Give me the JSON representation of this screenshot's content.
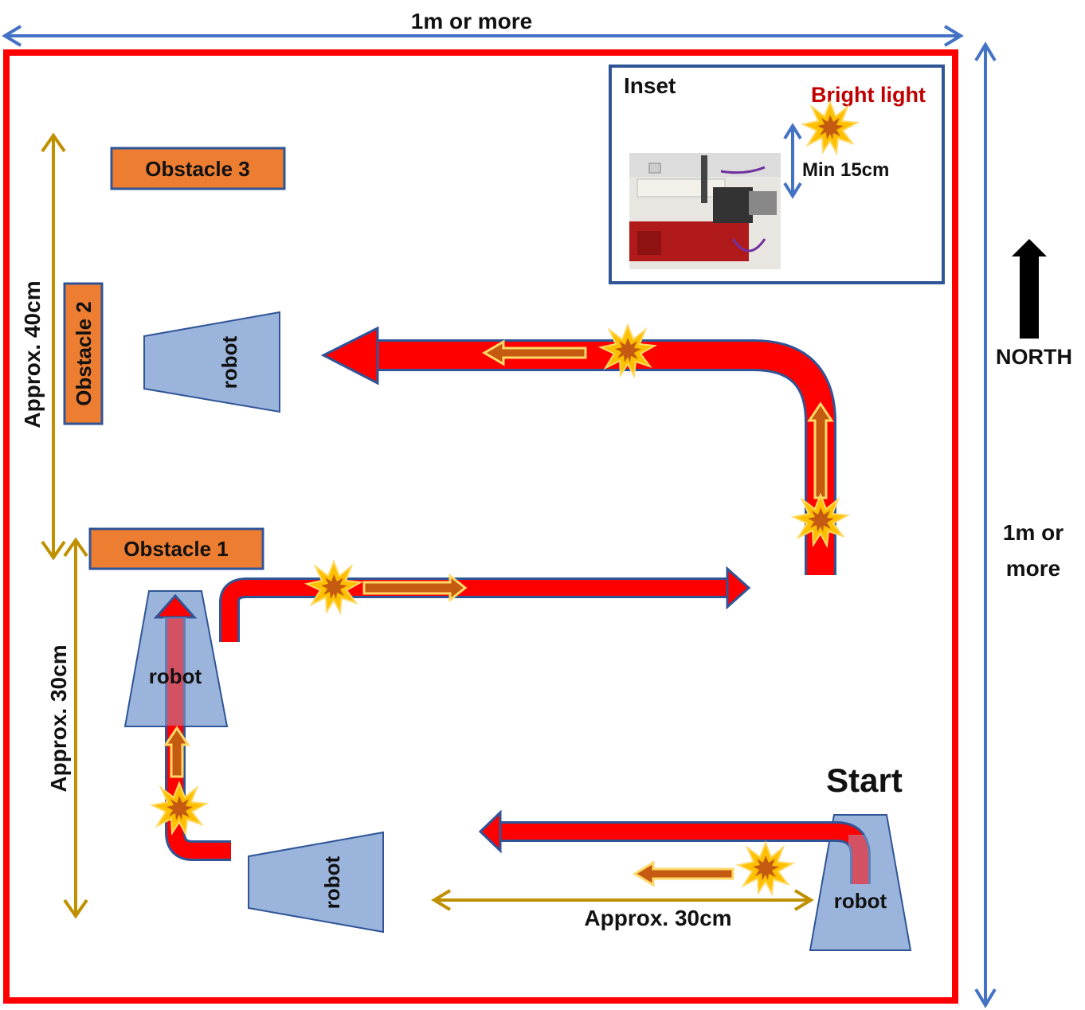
{
  "labels": {
    "top_width": "1m or more",
    "right_height_line1": "1m or",
    "right_height_line2": "more",
    "north": "NORTH",
    "start": "Start",
    "approx_40": "Approx. 40cm",
    "approx_30_left": "Approx. 30cm",
    "approx_30_bottom": "Approx. 30cm",
    "obstacle_1": "Obstacle 1",
    "obstacle_2": "Obstacle 2",
    "obstacle_3": "Obstacle 3",
    "robot": "robot",
    "inset_title": "Inset",
    "bright_light": "Bright light",
    "min_distance": "Min 15cm"
  },
  "colors": {
    "arena_border": "#ff0000",
    "dimension_blue": "#4472c4",
    "dimension_gold": "#bf9000",
    "path_red": "#ff0000",
    "path_outline": "#2f5597",
    "obstacle_fill": "#ed7d31",
    "robot_fill": "#9bb4dc",
    "inset_border": "#2f5597",
    "light_burst": "#ffc000"
  }
}
